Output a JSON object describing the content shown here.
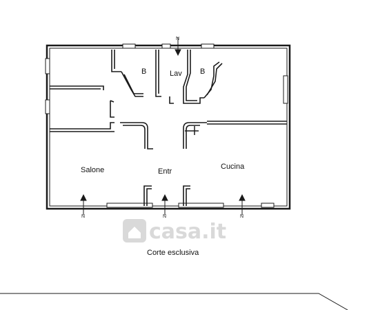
{
  "rooms": {
    "bath_left": "B",
    "laundry": "Lav",
    "bath_right": "B",
    "living": "Salone",
    "entrance": "Entr",
    "kitchen": "Cucina"
  },
  "outdoor": {
    "label": "Corte esclusiva"
  },
  "entry_marks": [
    "N",
    "N",
    "N",
    "N"
  ],
  "watermark": {
    "text": "casa.it"
  },
  "colors": {
    "line": "#1a1a1a",
    "watermark": "#d9d9d9",
    "background": "#ffffff"
  }
}
